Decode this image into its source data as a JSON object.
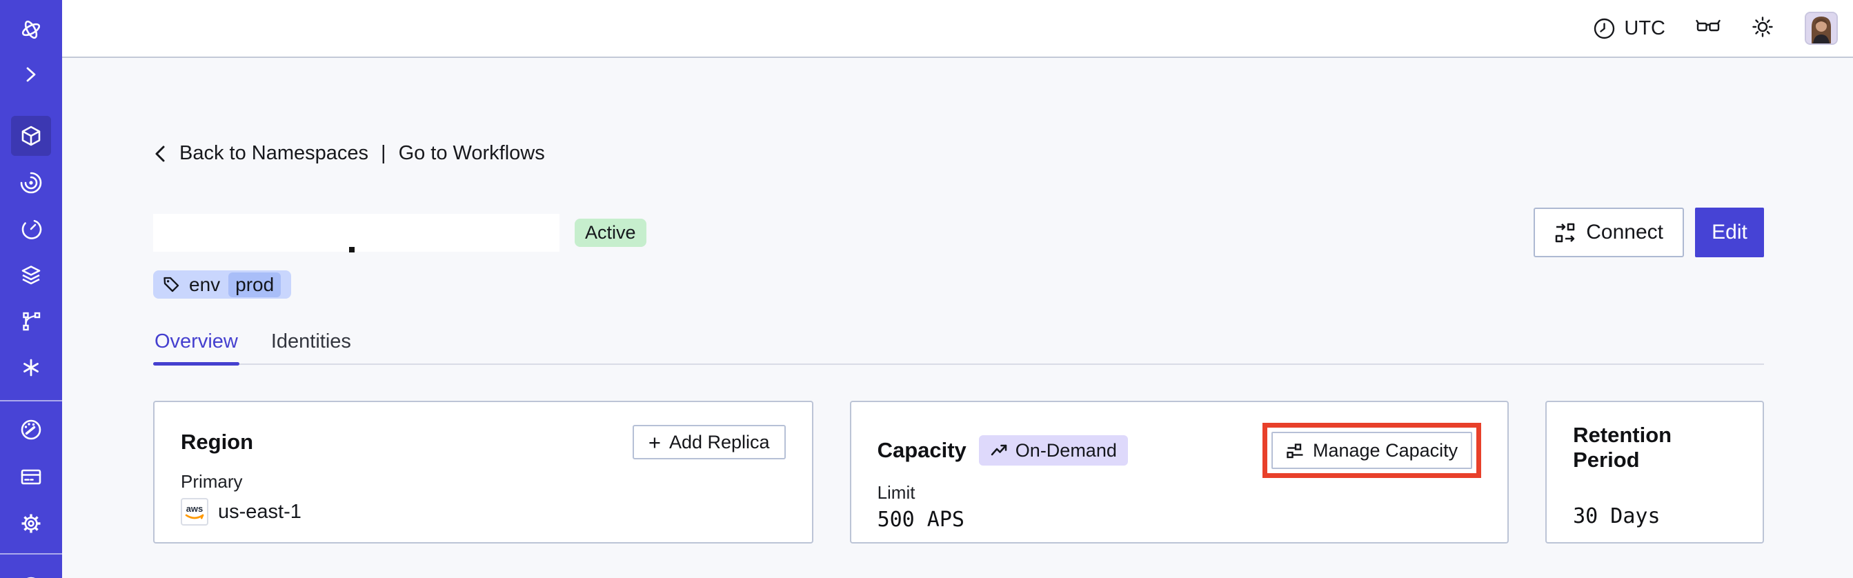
{
  "topbar": {
    "timezone": "UTC",
    "icon_names": [
      "clock-icon",
      "glasses-icon",
      "brightness-icon",
      "avatar"
    ]
  },
  "sidebar": {
    "icon_names": [
      "temporal-logo",
      "chevron-right-icon",
      "namespaces-cube-icon",
      "workflows-spiral-icon",
      "schedules-timer-icon",
      "layers-icon",
      "deployments-branch-icon",
      "nexus-asterisk-icon",
      "usage-gauge-icon",
      "billing-card-icon",
      "settings-gear-icon",
      "profile-partial-icon"
    ],
    "active_item": "namespaces"
  },
  "breadcrumb": {
    "back_label": "Back to Namespaces",
    "divider": "|",
    "workflows_label": "Go to Workflows"
  },
  "page": {
    "status_badge": "Active",
    "tag_key": "env",
    "tag_value": "prod",
    "connect_label": "Connect",
    "edit_label": "Edit"
  },
  "tabs": [
    {
      "label": "Overview",
      "active": true
    },
    {
      "label": "Identities",
      "active": false
    }
  ],
  "cards": {
    "region": {
      "title": "Region",
      "plus": "+",
      "add_replica_label": "Add Replica",
      "field_label": "Primary",
      "provider": "aws",
      "value": "us-east-1"
    },
    "capacity": {
      "title": "Capacity",
      "badge": "On-Demand",
      "manage_label": "Manage Capacity",
      "field_label": "Limit",
      "value": "500 APS"
    },
    "retention": {
      "title": "Retention Period",
      "value": "30 Days"
    }
  },
  "colors": {
    "sidebar_bg": "#4844d6",
    "sidebar_active_bg": "#3c38b2",
    "accent": "#4643d5",
    "page_bg": "#f7f8fb",
    "card_border": "#bcc4d6",
    "status_badge_bg": "#c6eecd",
    "tag_bg": "#c9d6fd",
    "tag_value_bg": "#a9bef8",
    "ondemand_badge_bg": "#ded9fb",
    "annotation_red": "#e8402a",
    "tab_active": "#4540cf",
    "aws_orange": "#ff9900"
  }
}
